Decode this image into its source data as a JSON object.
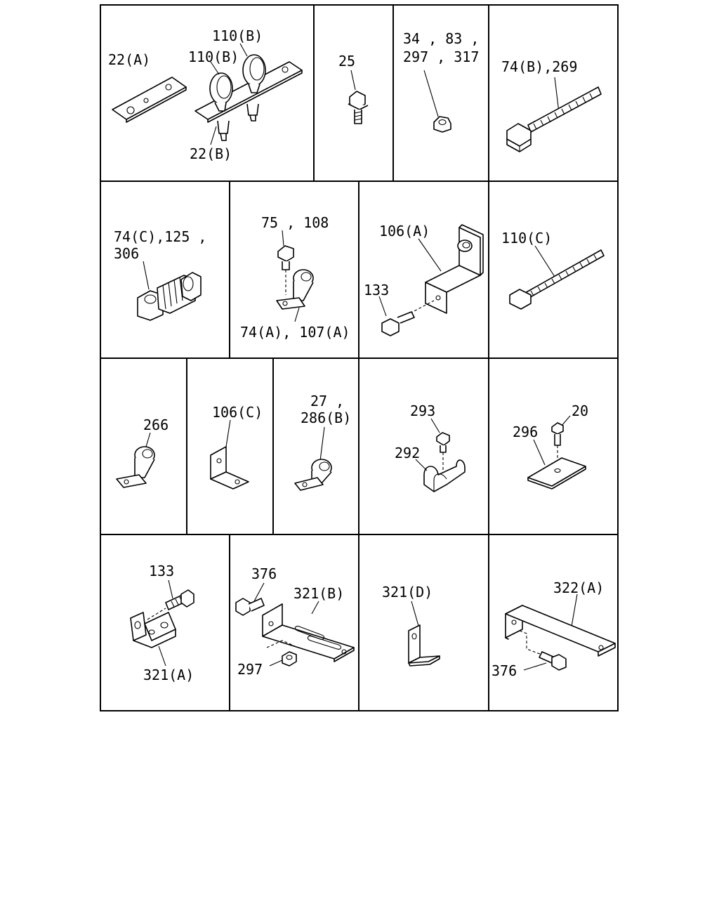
{
  "labels": {
    "c1_22a": "22(A)",
    "c1_110b_top": "110(B)",
    "c1_110b": "110(B)",
    "c1_22b": "22(B)",
    "c2_25": "25",
    "c3_l1": "34 , 83 ,",
    "c3_l2": "297 , 317",
    "c4_74b": "74(B),269",
    "c5_l1": "74(C),125 ,",
    "c5_l2": "306",
    "c6_top": "75 , 108",
    "c6_bottom": "74(A), 107(A)",
    "c7_106a": "106(A)",
    "c7_133": "133",
    "c8_110c": "110(C)",
    "c9_266": "266",
    "c10_106c": "106(C)",
    "c11_l1": "27 ,",
    "c11_l2": "286(B)",
    "c12_293": "293",
    "c12_292": "292",
    "c13_20": "20",
    "c13_296": "296",
    "c14_133": "133",
    "c14_321a": "321(A)",
    "c15_376": "376",
    "c15_321b": "321(B)",
    "c15_297": "297",
    "c16_321d": "321(D)",
    "c17_322a": "322(A)",
    "c17_376": "376"
  }
}
